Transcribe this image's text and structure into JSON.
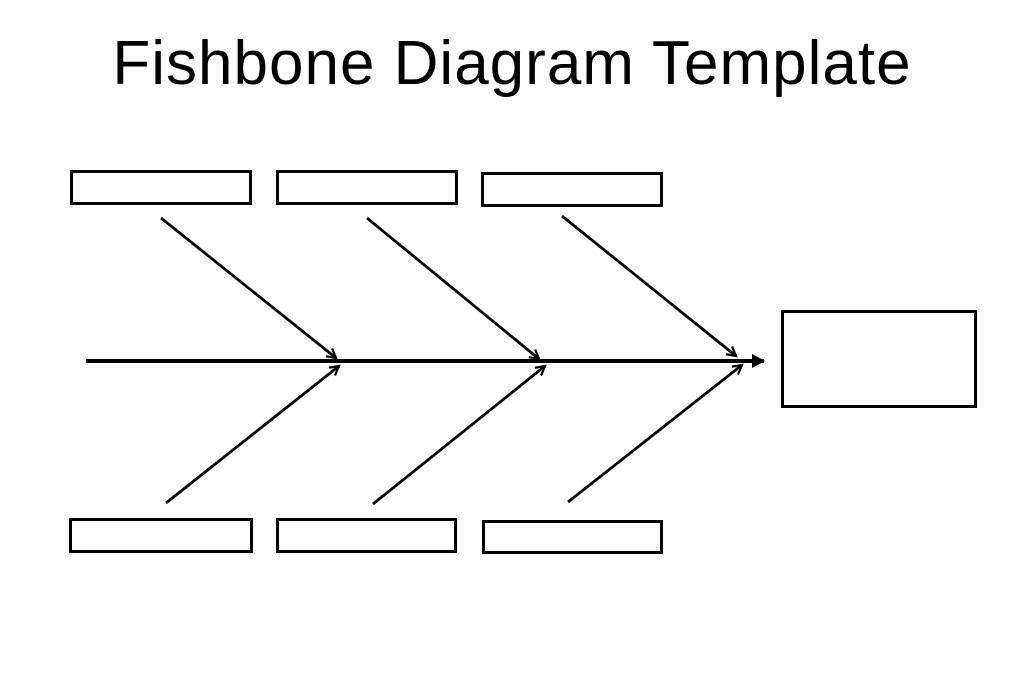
{
  "page": {
    "title": "Fishbone Diagram Template",
    "background_color": "#ffffff",
    "ink_color": "#000000"
  },
  "diagram": {
    "type": "fishbone",
    "spine_direction": "left-to-right",
    "effect_box": {
      "label": ""
    },
    "top_cause_boxes": [
      {
        "label": ""
      },
      {
        "label": ""
      },
      {
        "label": ""
      }
    ],
    "bottom_cause_boxes": [
      {
        "label": ""
      },
      {
        "label": ""
      },
      {
        "label": ""
      }
    ]
  }
}
